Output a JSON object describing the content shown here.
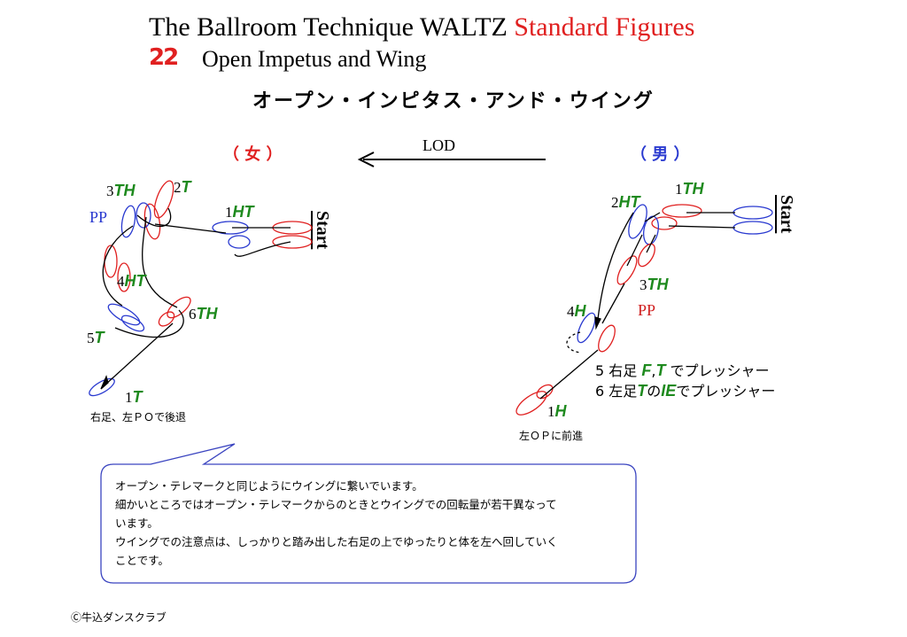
{
  "header": {
    "title_prefix": "The Ballroom Technique   WALTZ ",
    "title_red": "Standard Figures",
    "figure_number": "22",
    "figure_name": "Open Impetus   and Wing",
    "japanese_title": "オープン・インピタス・アンド・ウイング"
  },
  "lod_label": "LOD",
  "woman": {
    "role_label": "（ 女 ）",
    "start_label": "Start",
    "pp_label": "PP",
    "steps": [
      {
        "num": "1",
        "code": "HT"
      },
      {
        "num": "2",
        "code": "T"
      },
      {
        "num": "3",
        "code": "TH"
      },
      {
        "num": "4",
        "code": "HT"
      },
      {
        "num": "5",
        "code": "T"
      },
      {
        "num": "6",
        "code": "TH"
      },
      {
        "num": "1",
        "code": "T"
      }
    ],
    "note": "右足、左ＰＯで後退"
  },
  "man": {
    "role_label": "（ 男 ）",
    "start_label": "Start",
    "pp_label": "PP",
    "steps": [
      {
        "num": "1",
        "code": "TH"
      },
      {
        "num": "2",
        "code": "HT"
      },
      {
        "num": "3",
        "code": "TH"
      },
      {
        "num": "4",
        "code": "H"
      },
      {
        "num": "1",
        "code": "H"
      }
    ],
    "pressure_lines": [
      {
        "prefix": "5 右足 ",
        "code1": "F",
        "sep": ",",
        "code2": "T",
        "suffix": " でプレッシャー"
      },
      {
        "prefix": "6 左足",
        "code1": "T",
        "sep": "の",
        "code2": "IE",
        "suffix": "でプレッシャー"
      }
    ],
    "note": "左ＯＰに前進"
  },
  "colors": {
    "woman_red": "#e02020",
    "man_blue": "#2a3ad0",
    "foot_code_green": "#1e8a1e",
    "bubble_border": "#3a44c0"
  },
  "bubble": {
    "lines": [
      "オープン・テレマークと同じようにウイングに繋いでいます。",
      "細かいところではオープン・テレマークからのときとウイングでの回転量が若干異なって",
      "います。",
      "ウイングでの注意点は、しっかりと踏み出した右足の上でゆったりと体を左へ回していく",
      "ことです。"
    ]
  },
  "copyright": "Ⓒ牛込ダンスクラブ"
}
